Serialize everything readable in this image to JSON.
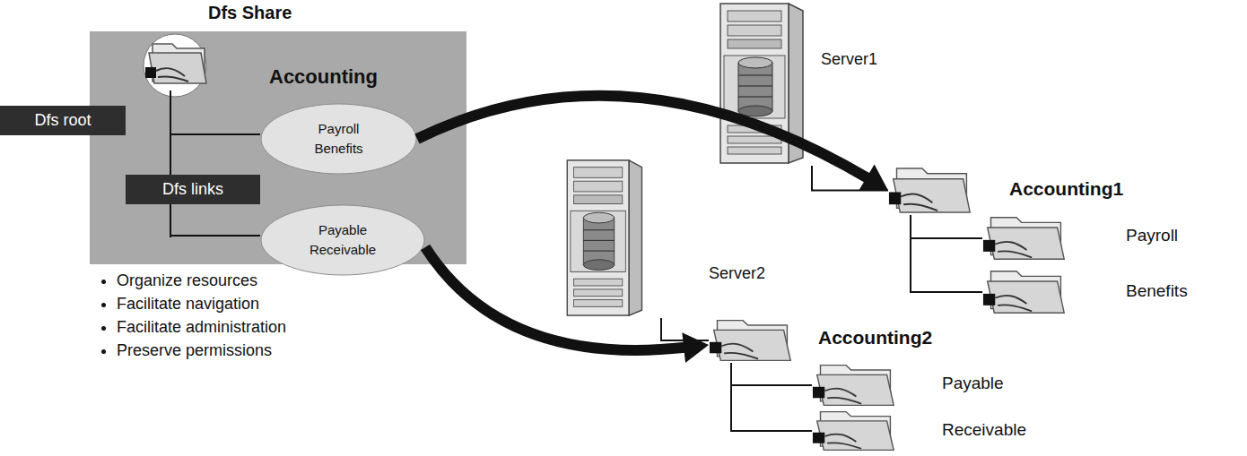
{
  "diagram": {
    "nodes": [
      {
        "text": [
          "Dfs Share",
          "Accounting"
        ]
      },
      {
        "text": [
          "Dfs root"
        ],
        "in": 0
      },
      {
        "text": [
          "Payroll Benefits"
        ],
        "in": 0
      },
      {
        "text": [
          "Dfs links"
        ],
        "in": 0
      },
      {
        "text": [
          "Payable Receivable"
        ],
        "in": 0
      },
      {
        "text": [
          "Server1"
        ]
      },
      {
        "text": [
          "Accounting1"
        ]
      },
      {
        "text": [
          "Payroll"
        ]
      },
      {
        "text": [
          "Benefits"
        ]
      },
      {
        "text": [
          "Server2"
        ]
      },
      {
        "text": [
          "Accounting2"
        ]
      },
      {
        "text": [
          "Payable"
        ]
      },
      {
        "text": [
          "Receivable"
        ]
      }
    ],
    "edges": [
      {
        "from": 2,
        "to": 6,
        "arrow": "to"
      },
      {
        "from": 4,
        "to": 10,
        "arrow": "to"
      },
      {
        "from": 5,
        "to": 6,
        "arrow": "none"
      },
      {
        "from": 6,
        "to": 7,
        "arrow": "none"
      },
      {
        "from": 6,
        "to": 8,
        "arrow": "none"
      },
      {
        "from": 9,
        "to": 10,
        "arrow": "none"
      },
      {
        "from": 10,
        "to": 11,
        "arrow": "none"
      },
      {
        "from": 10,
        "to": 12,
        "arrow": "none"
      }
    ],
    "labels": [
      "Organize resources",
      "Facilitate navigation",
      "Facilitate administration",
      "Preserve permissions"
    ]
  }
}
